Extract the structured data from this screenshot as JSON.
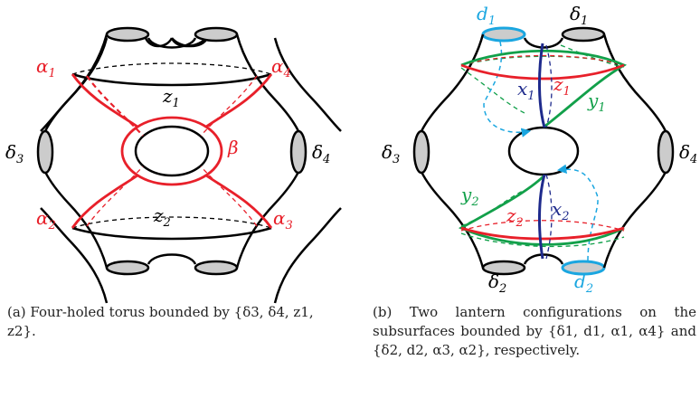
{
  "figure_a": {
    "caption": "(a) Four-holed torus bounded by {δ3, δ4, z1, z2}.",
    "labels": {
      "alpha1": {
        "base": "α",
        "sub": "1"
      },
      "alpha4": {
        "base": "α",
        "sub": "4"
      },
      "alpha2": {
        "base": "α",
        "sub": "2"
      },
      "alpha3": {
        "base": "α",
        "sub": "3"
      },
      "z1": {
        "base": "z",
        "sub": "1"
      },
      "z2": {
        "base": "z",
        "sub": "2"
      },
      "beta": {
        "base": "β",
        "sub": ""
      },
      "delta3": {
        "base": "δ",
        "sub": "3"
      },
      "delta4": {
        "base": "δ",
        "sub": "4"
      }
    }
  },
  "figure_b": {
    "caption": "(b) Two lantern configurations on the subsurfaces bounded by {δ1, d1, α1, α4} and {δ2, d2, α3, α2}, respectively.",
    "labels": {
      "d1": {
        "base": "d",
        "sub": "1"
      },
      "delta1": {
        "base": "δ",
        "sub": "1"
      },
      "x1": {
        "base": "x",
        "sub": "1"
      },
      "z1": {
        "base": "z",
        "sub": "1"
      },
      "y1": {
        "base": "y",
        "sub": "1"
      },
      "delta3": {
        "base": "δ",
        "sub": "3"
      },
      "delta4": {
        "base": "δ",
        "sub": "4"
      },
      "y2": {
        "base": "y",
        "sub": "2"
      },
      "x2": {
        "base": "x",
        "sub": "2"
      },
      "z2": {
        "base": "z",
        "sub": "2"
      },
      "delta2": {
        "base": "δ",
        "sub": "2"
      },
      "d2": {
        "base": "d",
        "sub": "2"
      }
    }
  },
  "colors": {
    "outline": "#000000",
    "alpha_red": "#e8202a",
    "green": "#12a04a",
    "navy": "#1e2a8c",
    "cyan": "#1aa6e0",
    "boundary_fill": "#cccccc"
  }
}
